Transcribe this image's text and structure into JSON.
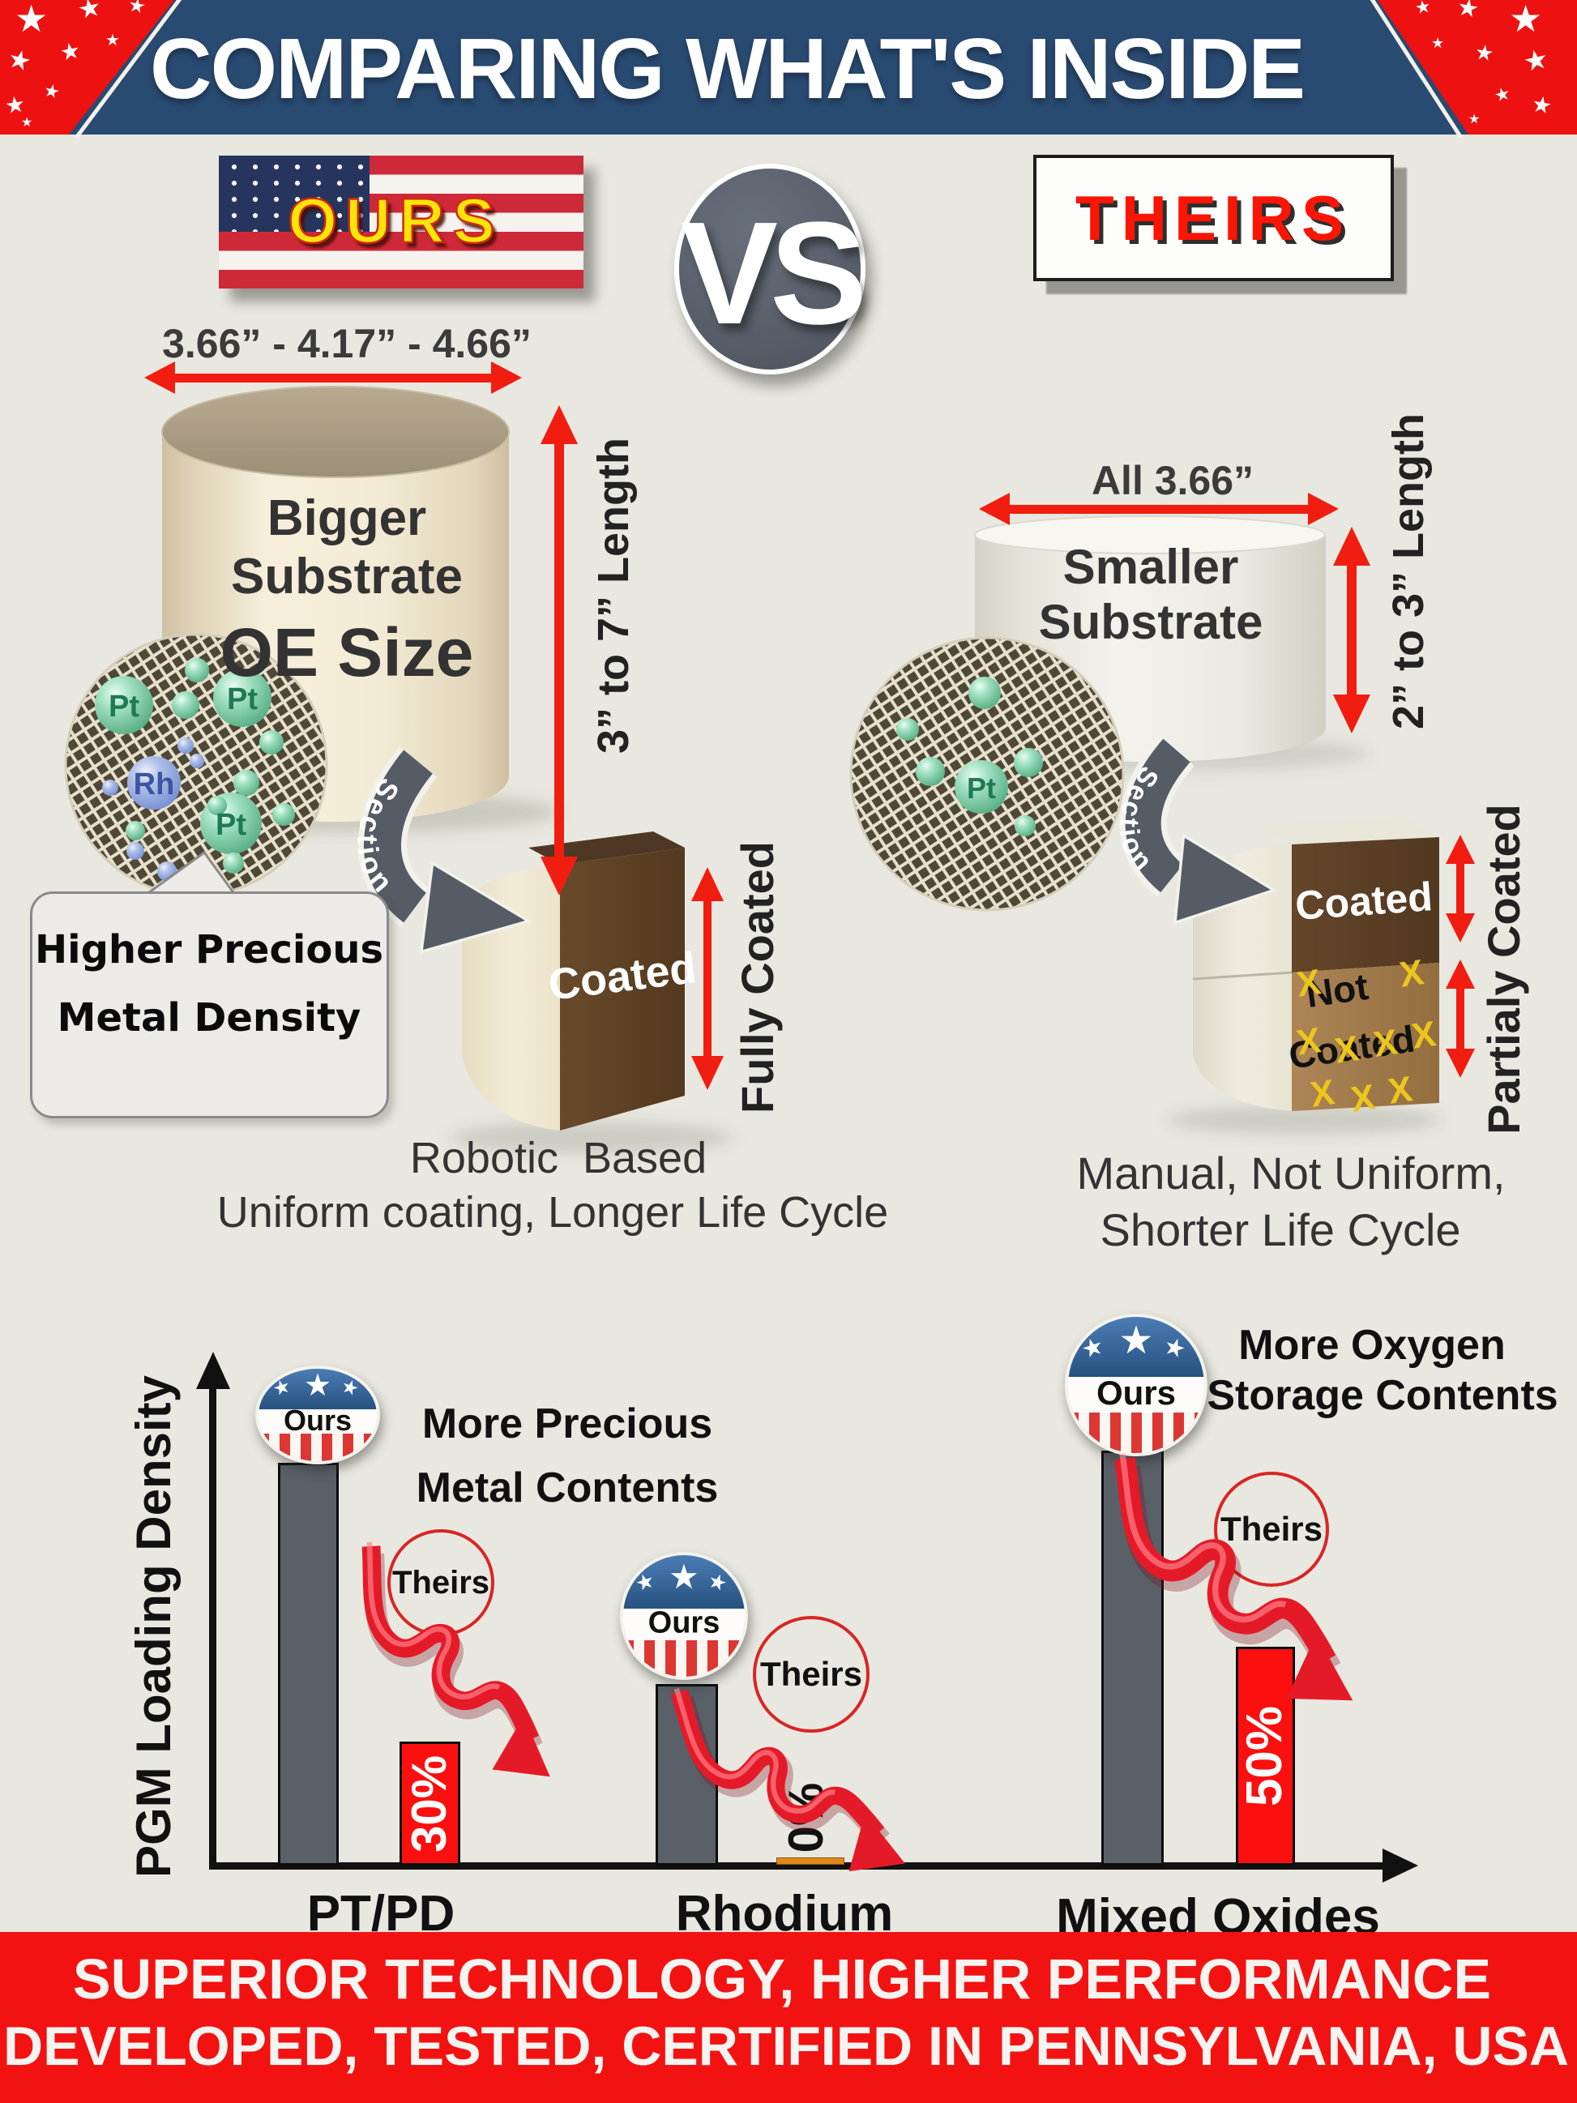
{
  "icons": {
    "star": "★"
  },
  "banner": {
    "title": "COMPARING WHAT'S INSIDE"
  },
  "versus": {
    "ours": "OURS",
    "vs": "VS",
    "theirs": "THEIRS"
  },
  "ours_side": {
    "diameter": "3.66” - 4.17” - 4.66”",
    "substrate_line1": "Bigger",
    "substrate_line2": "Substrate",
    "substrate_line3": "OE Size",
    "length_label": "3” to 7” Length",
    "section_label": "Section",
    "mesh": {
      "pt_a": "Pt",
      "pt_b": "Pt",
      "pt_c": "Pt",
      "rh": "Rh"
    },
    "callout_line1": "Higher Precious",
    "callout_line2": "Metal Density",
    "coated_label": "Coated",
    "side_label": "Fully Coated",
    "caption_line1": "Robotic  Based",
    "caption_line2": "Uniform coating, Longer Life Cycle"
  },
  "theirs_side": {
    "diameter": "All 3.66”",
    "substrate_line1": "Smaller",
    "substrate_line2": "Substrate",
    "length_label": "2” to 3” Length",
    "section_label": "Section",
    "mesh": {
      "pt": "Pt"
    },
    "coated_label": "Coated",
    "not_coated_line1": "Not",
    "not_coated_line2": "Coated",
    "x_mark": "X",
    "side_label": "Partialy Coated",
    "caption_line1": "Manual, Not Uniform,",
    "caption_line2": "Shorter Life Cycle"
  },
  "chart_data": {
    "type": "bar",
    "ylabel": "PGM Loading Density",
    "xlabel": "",
    "categories": [
      "PT/PD",
      "Rhodium",
      "Mixed Oxides"
    ],
    "series": [
      {
        "name": "Ours",
        "color": "#5a6068",
        "values": [
          100,
          45,
          103
        ]
      },
      {
        "name": "Theirs",
        "color": "#fb0f0f",
        "values": [
          30,
          0,
          50
        ],
        "value_labels": [
          "30%",
          "0%",
          "50%"
        ]
      }
    ],
    "annotations": [
      {
        "text_line1": "More Precious",
        "text_line2": "Metal Contents",
        "group": "PT/PD"
      },
      {
        "text_line1": "More Oxygen",
        "text_line2": "Storage Contents",
        "group": "Mixed Oxides"
      }
    ],
    "ours_badge_label": "Ours",
    "theirs_badge_label": "Theirs",
    "grid": false,
    "legend": false
  },
  "footer": {
    "line1": "SUPERIOR TECHNOLOGY, HIGHER PERFORMANCE",
    "line2": "DEVELOPED, TESTED, CERTIFIED IN PENNSYLVANIA, USA"
  },
  "colors": {
    "background": "#e9e8e0",
    "banner_navy": "#294a71",
    "corner_red": "#ee1111",
    "accent_red": "#ee1c0e",
    "ours_yellow": "#ffe408",
    "theirs_red": "#fb1505",
    "bar_gray": "#5a6068",
    "bar_red": "#fb0f0f",
    "zero_orange": "#e08818",
    "coated_brown_dark": "#5a3f24",
    "coated_brown_light": "#a37b4d",
    "substrate_cream": "#f2ead4",
    "footer_red": "#f31212"
  }
}
